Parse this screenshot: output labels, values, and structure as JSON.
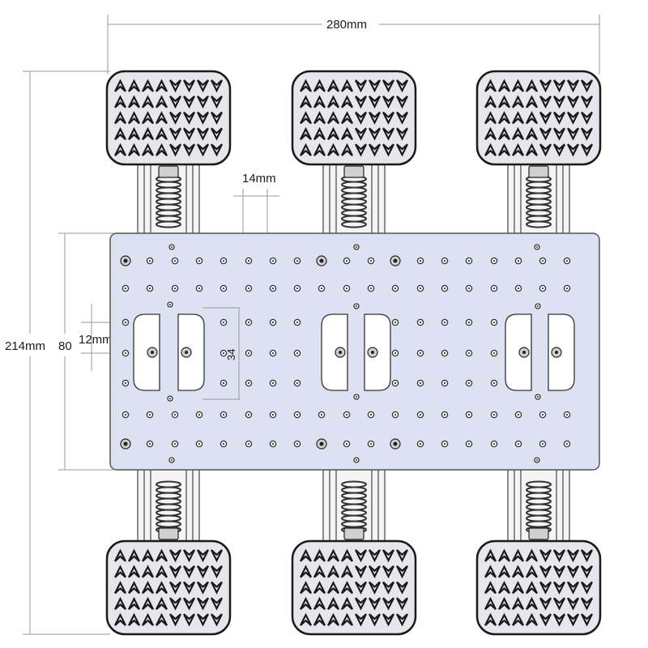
{
  "dimensions": {
    "overall_width": "280mm",
    "overall_length": "214mm",
    "plate_width": "80",
    "hole_pitch_horizontal": "14mm",
    "hole_pitch_vertical": "12mm",
    "slot_spacing": "34"
  },
  "drawing": {
    "wheel_count": 6,
    "suspension_count": 6,
    "plate_color": "#dde2f3",
    "tire_color": "#e6e6ec",
    "line_color": "#1a1a1a"
  }
}
